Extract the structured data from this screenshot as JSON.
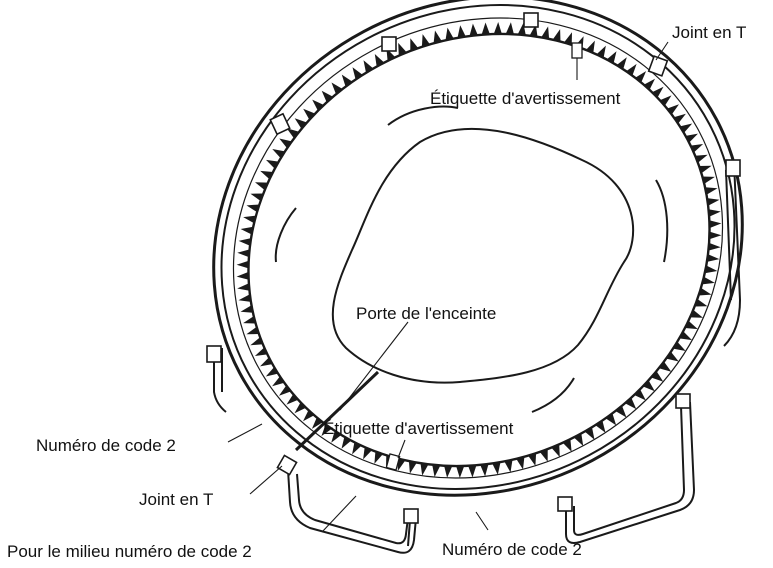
{
  "diagram": {
    "labels": {
      "joint_top": "Joint en T",
      "warning_top": "Étiquette d'avertissement",
      "door": "Porte de l'enceinte",
      "warning_bottom": "Étiquette d'avertissement",
      "code_left": "Numéro de code 2",
      "joint_bottom": "Joint en T",
      "code_middle": "Pour le milieu numéro de code 2",
      "code_bottom": "Numéro de code 2"
    }
  }
}
